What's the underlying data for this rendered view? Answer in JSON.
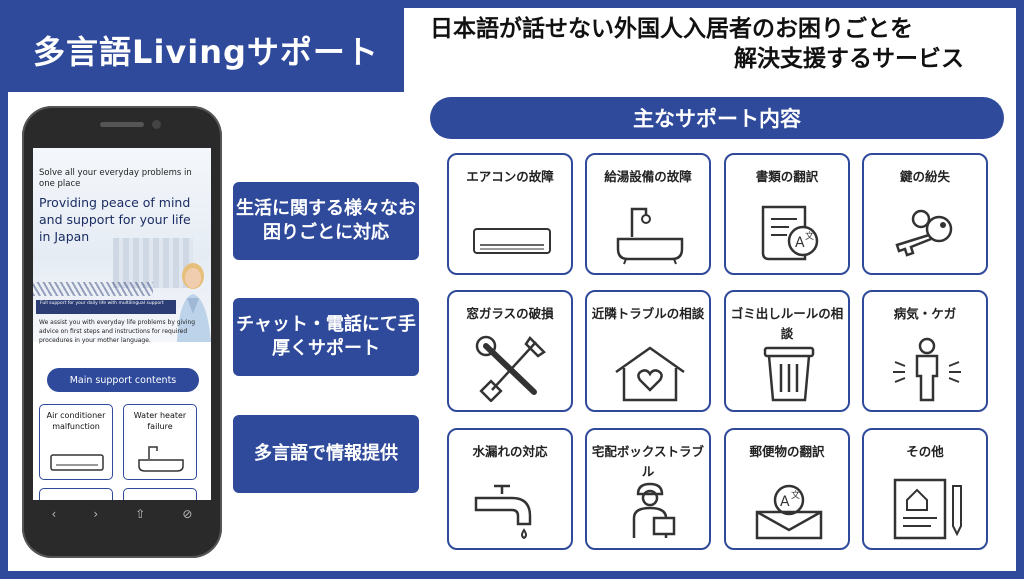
{
  "header": {
    "title": "多言語Livingサポート",
    "tagline_line1": "日本語が話せない外国人入居者のお困りごとを",
    "tagline_line2": "解決支援するサービス"
  },
  "phone_screen": {
    "intro": "Solve all your everyday problems in one place",
    "headline": "Providing peace of mind and support for your life in Japan",
    "badge": "Full support for your daily life with multilingual support",
    "description": "We assist you with everyday life problems by giving advice on first steps and instructions for required procedures in your mother language.",
    "main_button": "Main support contents",
    "cards": [
      "Air conditioner malfunction",
      "Water heater failure"
    ],
    "browser_icons": [
      "‹",
      "›",
      "⇧",
      "⊘"
    ]
  },
  "features": [
    "生活に関する様々なお困りごとに対応",
    "チャット・電話にて手厚くサポート",
    "多言語で情報提供"
  ],
  "support": {
    "heading": "主なサポート内容",
    "items": [
      {
        "label": "エアコンの故障",
        "icon": "air-conditioner-icon"
      },
      {
        "label": "給湯設備の故障",
        "icon": "bathtub-icon"
      },
      {
        "label": "書類の翻訳",
        "icon": "document-translate-icon"
      },
      {
        "label": "鍵の紛失",
        "icon": "keys-icon"
      },
      {
        "label": "窓ガラスの破損",
        "icon": "tools-icon"
      },
      {
        "label": "近隣トラブルの相談",
        "icon": "house-heart-icon"
      },
      {
        "label": "ゴミ出しルールの相談",
        "icon": "trash-can-icon"
      },
      {
        "label": "病気・ケガ",
        "icon": "injured-person-icon"
      },
      {
        "label": "水漏れの対応",
        "icon": "faucet-icon"
      },
      {
        "label": "宅配ボックストラブル",
        "icon": "delivery-person-icon"
      },
      {
        "label": "郵便物の翻訳",
        "icon": "mail-translate-icon"
      },
      {
        "label": "その他",
        "icon": "other-document-icon"
      }
    ]
  },
  "colors": {
    "brand": "#2f4a9b",
    "background": "#ffffff"
  }
}
